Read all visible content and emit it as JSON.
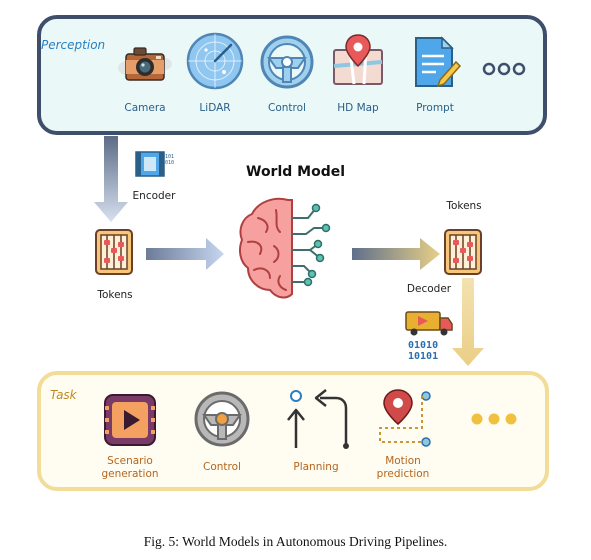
{
  "perception": {
    "label": "Perception",
    "items": [
      "Camera",
      "LiDAR",
      "Control",
      "HD Map",
      "Prompt"
    ]
  },
  "middle": {
    "encoder": "Encoder",
    "world_model": "World Model",
    "tokens_left": "Tokens",
    "tokens_right": "Tokens",
    "decoder": "Decoder",
    "binary_top": "01010",
    "binary_bottom": "10101"
  },
  "task": {
    "label": "Task",
    "items": {
      "scenario": "Scenario generation",
      "control": "Control",
      "planning": "Planning",
      "motion": "Motion prediction"
    }
  },
  "caption": "Fig. 5: World Models in Autonomous Driving Pipelines.",
  "colors": {
    "perception_border": "#3f4f6b",
    "perception_fill": "#eaf8f8",
    "task_border": "#f2dc98",
    "task_fill": "#fffdf2"
  }
}
